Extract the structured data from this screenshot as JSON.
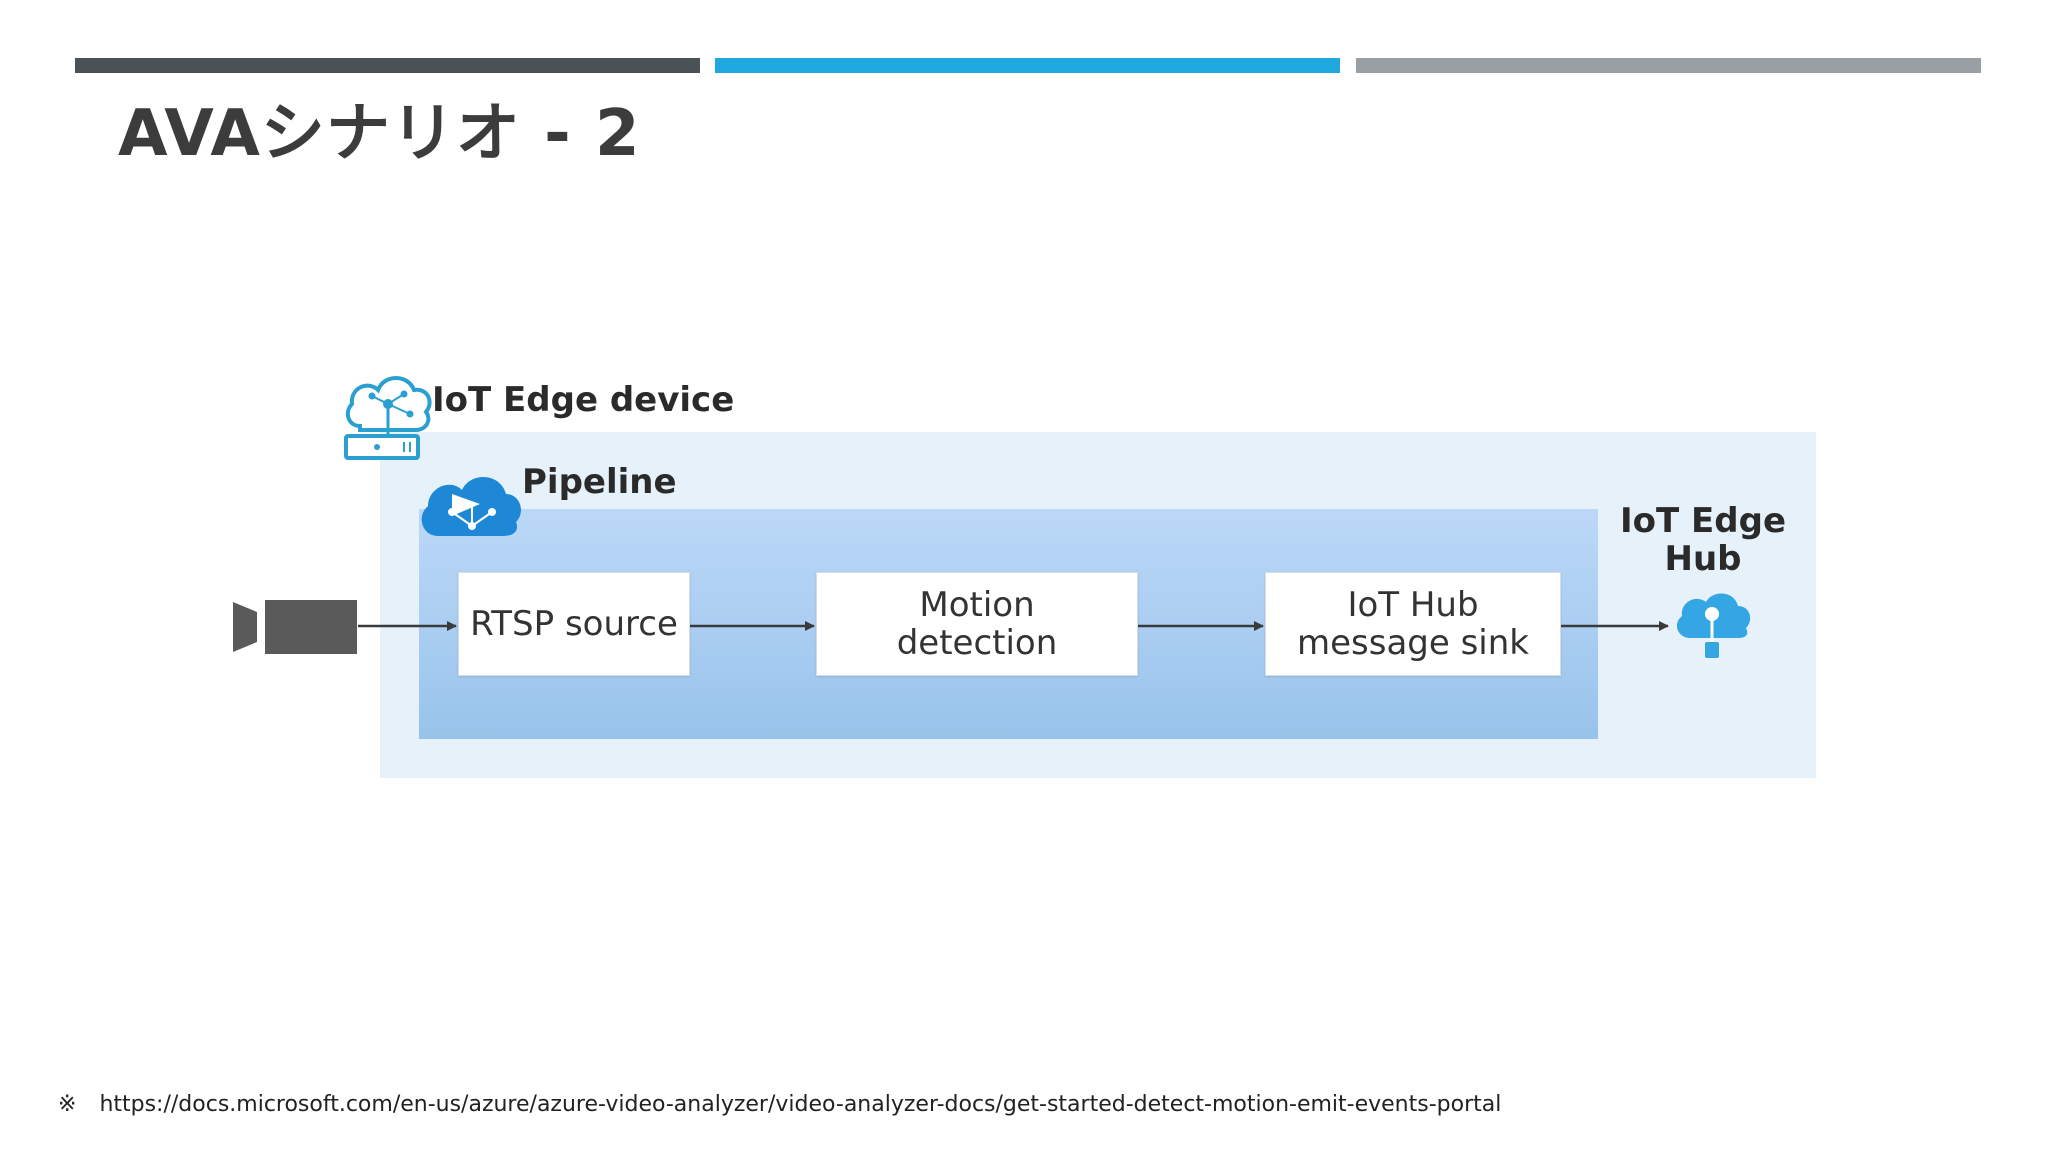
{
  "slide": {
    "title": "AVAシナリオ - 2"
  },
  "diagram": {
    "edge_device_label": "IoT Edge device",
    "pipeline_label": "Pipeline",
    "edge_hub_label": "IoT Edge Hub",
    "nodes": {
      "rtsp_source": "RTSP source",
      "motion_line1": "Motion",
      "motion_line2": "detection",
      "sink_line1": "IoT Hub",
      "sink_line2": "message sink"
    },
    "icons": {
      "camera": "video-camera-icon",
      "edge_device": "iot-edge-device-icon",
      "pipeline": "pipeline-cloud-icon",
      "edge_hub": "iot-hub-cloud-icon"
    }
  },
  "footnote": {
    "mark": "※",
    "url": "https://docs.microsoft.com/en-us/azure/azure-video-analyzer/video-analyzer-docs/get-started-detect-motion-emit-events-portal"
  },
  "colors": {
    "bar_dark": "#4a5256",
    "bar_blue": "#1fa8e0",
    "bar_gray": "#9a9fa3",
    "edge_device_bg": "#e6f1f9",
    "pipeline_bg": "#a9cdf1",
    "icon_blue": "#1e88d7"
  }
}
